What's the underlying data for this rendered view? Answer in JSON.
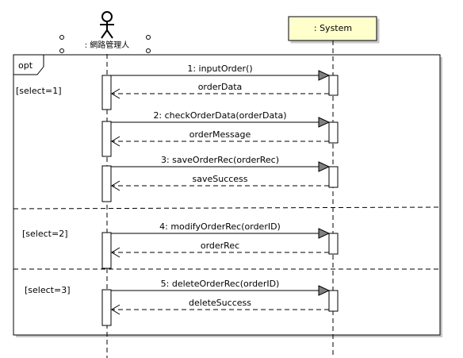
{
  "actor": {
    "name": ": 網路管理人"
  },
  "system": {
    "name": ": System"
  },
  "fragment": {
    "operator": "opt",
    "guards": [
      "[select=1]",
      "[select=2]",
      "[select=3]"
    ]
  },
  "messages": [
    {
      "call": "1: inputOrder()",
      "reply": "orderData"
    },
    {
      "call": "2: checkOrderData(orderData)",
      "reply": "orderMessage"
    },
    {
      "call": "3: saveOrderRec(orderRec)",
      "reply": "saveSuccess"
    },
    {
      "call": "4: modifyOrderRec(orderID)",
      "reply": "orderRec"
    },
    {
      "call": "5: deleteOrderRec(orderID)",
      "reply": "deleteSuccess"
    }
  ],
  "colors": {
    "system_box_fill": "#ffffcc",
    "line": "#000000",
    "arrow_head": "#808080",
    "shadow": "#c0c0c0"
  }
}
